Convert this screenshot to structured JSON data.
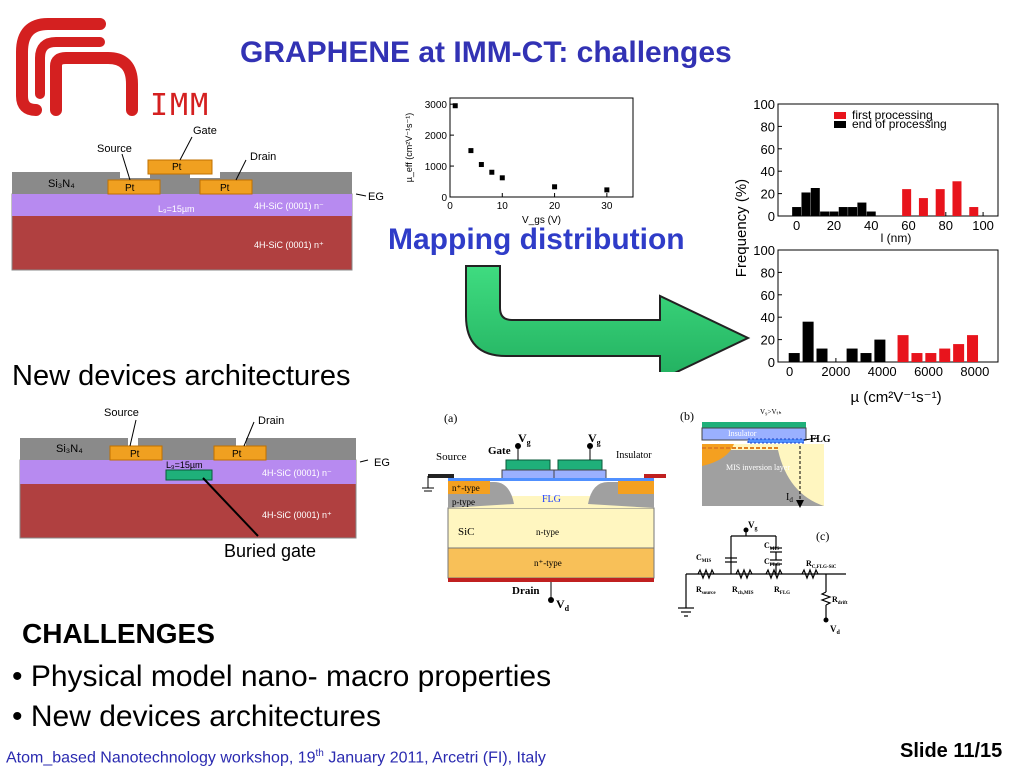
{
  "title": "GRAPHENE at IMM-CT: challenges",
  "logo": {
    "text": "IMM"
  },
  "device1": {
    "labels": {
      "gate": "Gate",
      "source": "Source",
      "drain": "Drain",
      "pt": "Pt",
      "si3n4": "Si₃N₄",
      "eg": "EG",
      "lg": "L₉=15µm",
      "sic_top": "4H-SiC (0001) n⁻",
      "sic_bottom": "4H-SiC (0001) n⁺"
    }
  },
  "mapping_label": "Mapping distribution",
  "new_devices_label": "New devices architectures",
  "device2": {
    "labels": {
      "source": "Source",
      "drain": "Drain",
      "pt": "Pt",
      "si3n4": "Si₃N₄",
      "eg": "EG",
      "lg": "L₉=15µm",
      "sic_top": "4H-SiC (0001) n⁻",
      "sic_bottom": "4H-SiC (0001) n⁺"
    },
    "buried_gate_label": "Buried gate"
  },
  "chart_data": [
    {
      "type": "scatter",
      "x": [
        1,
        4,
        6,
        8,
        10,
        20,
        30
      ],
      "y": [
        2950,
        1500,
        1050,
        800,
        620,
        330,
        230
      ],
      "xlabel": "V_gs (V)",
      "ylabel": "µ_eff (cm²V⁻¹s⁻¹)",
      "xlim": [
        0,
        35
      ],
      "ylim": [
        0,
        3200
      ],
      "xticks": [
        0,
        10,
        20,
        30
      ],
      "yticks": [
        0,
        1000,
        2000,
        3000
      ]
    },
    {
      "type": "bar",
      "xlabel": "l (nm)",
      "ylabel": "Frequency (%)",
      "xlim": [
        -10,
        108
      ],
      "ylim": [
        0,
        100
      ],
      "xticks": [
        0,
        20,
        40,
        60,
        80,
        100
      ],
      "yticks": [
        0,
        20,
        40,
        60,
        80,
        100
      ],
      "legend": {
        "placement": "top-right"
      },
      "series": [
        {
          "name": "first processing",
          "color": "#e8141c",
          "x": [
            59,
            68,
            77,
            86,
            95
          ],
          "values": [
            24,
            16,
            24,
            31,
            8
          ]
        },
        {
          "name": "end of processing",
          "color": "#000000",
          "x": [
            0,
            5,
            10,
            15,
            20,
            25,
            30,
            35,
            40
          ],
          "values": [
            8,
            21,
            25,
            4,
            4,
            8,
            8,
            12,
            4
          ]
        }
      ]
    },
    {
      "type": "bar",
      "xlabel": "µ (cm²V⁻¹s⁻¹)",
      "ylabel": "",
      "xlim": [
        -500,
        9000
      ],
      "ylim": [
        0,
        100
      ],
      "xticks": [
        0,
        2000,
        4000,
        6000,
        8000
      ],
      "yticks": [
        0,
        20,
        40,
        60,
        80,
        100
      ],
      "series": [
        {
          "name": "first processing",
          "color": "#e8141c",
          "x": [
            4900,
            5500,
            6100,
            6700,
            7300,
            7900
          ],
          "values": [
            24,
            8,
            8,
            12,
            16,
            24
          ]
        },
        {
          "name": "end of processing",
          "color": "#000000",
          "x": [
            200,
            800,
            1400,
            2700,
            3300,
            3900
          ],
          "values": [
            8,
            36,
            12,
            12,
            8,
            20
          ]
        }
      ]
    }
  ],
  "schematic_a": {
    "panel": "(a)",
    "labels": {
      "vg1": "V",
      "vg2": "V",
      "vg_sub": "g",
      "gate": "Gate",
      "source": "Source",
      "insulator": "Insulator",
      "nplus": "n⁺-type",
      "ptype": "p-type",
      "flg": "FLG",
      "sic": "SiC",
      "ntype": "n-type",
      "nplus_bottom": "n⁺-type",
      "drain": "Drain",
      "vd": "V",
      "vd_sub": "d"
    }
  },
  "schematic_b": {
    "panel": "(b)",
    "labels": {
      "insulator": "Insulator",
      "flg": "FLG",
      "mis": "MIS inversion layer",
      "vg_vth": "V₉>Vₜₕ",
      "id": "I",
      "id_sub": "d"
    }
  },
  "schematic_c": {
    "panel": "(c)",
    "labels": {
      "vg": "V",
      "vg_sub": "g",
      "cmis": "C",
      "cmis_sub": "MIS",
      "cmis2": "C",
      "cmis2_sub": "MIS",
      "cflg": "C",
      "cflg_sub": "FLG",
      "rcflg": "R",
      "rcflg_sub": "C,FLG-SiC",
      "rsource": "R",
      "rsource_sub": "source",
      "rchmis": "R",
      "rchmis_sub": "ch,MIS",
      "rflg": "R",
      "rflg_sub": "FLG",
      "rdrift": "R",
      "rdrift_sub": "drift",
      "vd": "V",
      "vd_sub": "d"
    }
  },
  "challenges": {
    "heading": "CHALLENGES",
    "items": [
      "• Physical model nano- macro properties",
      "• New devices architectures"
    ]
  },
  "footer": {
    "pre": "Atom_based Nanotechnology workshop, 19",
    "sup": "th",
    "post": " January 2011, Arcetri (FI), Italy"
  },
  "slide_number": "Slide 11/15"
}
